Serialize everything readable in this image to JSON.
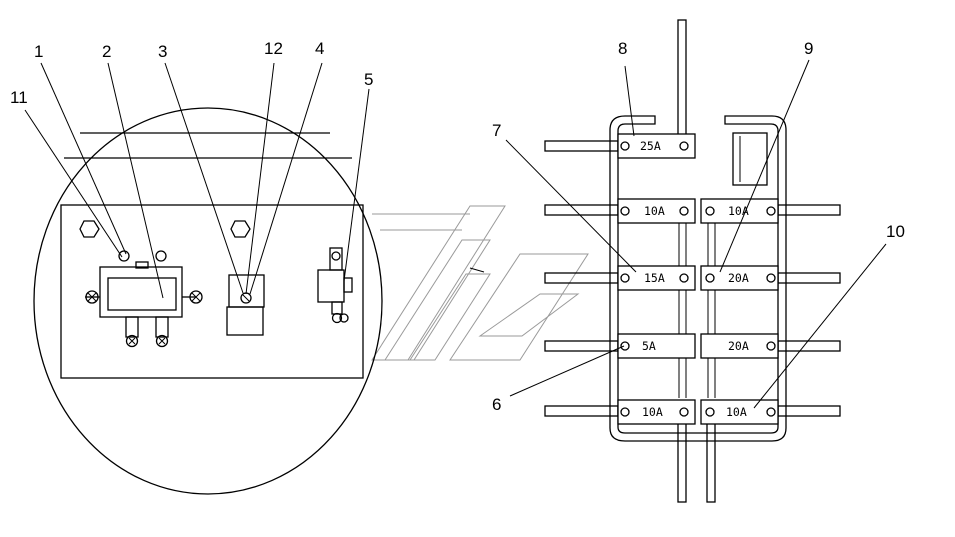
{
  "callouts": {
    "c1": "1",
    "c2": "2",
    "c3": "3",
    "c12": "12",
    "c4": "4",
    "c5": "5",
    "c11": "11",
    "c8": "8",
    "c9": "9",
    "c7": "7",
    "c10": "10",
    "c6": "6"
  },
  "fuses": {
    "f1": "25A",
    "f2": "10A",
    "f3": "10A",
    "f4": "15A",
    "f5": "20A",
    "f6": "5A",
    "f7": "20A",
    "f8": "10A",
    "f9": "10A"
  }
}
